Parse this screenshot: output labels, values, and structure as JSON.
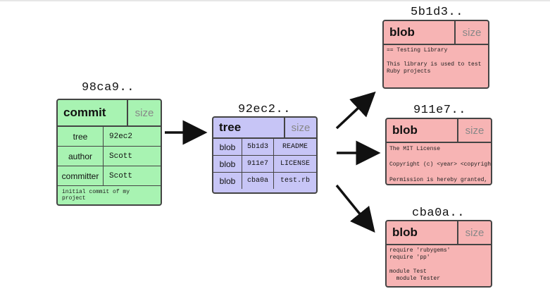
{
  "colors": {
    "commit_fill": "#a8f3b2",
    "tree_fill": "#c7c5f6",
    "blob_fill": "#f7b4b4",
    "border": "#444444"
  },
  "commit": {
    "hash": "98ca9..",
    "type": "commit",
    "size": "size",
    "rows": [
      {
        "key": "tree",
        "value": "92ec2"
      },
      {
        "key": "author",
        "value": "Scott"
      },
      {
        "key": "committer",
        "value": "Scott"
      }
    ],
    "message": "initial commit of my project"
  },
  "tree": {
    "hash": "92ec2..",
    "type": "tree",
    "size": "size",
    "entries": [
      {
        "kind": "blob",
        "sha": "5b1d3",
        "name": "README"
      },
      {
        "kind": "blob",
        "sha": "911e7",
        "name": "LICENSE"
      },
      {
        "kind": "blob",
        "sha": "cba0a",
        "name": "test.rb"
      }
    ]
  },
  "blobs": [
    {
      "hash": "5b1d3..",
      "type": "blob",
      "size": "size",
      "content": "== Testing Library\n\nThis library is used to test\nRuby projects"
    },
    {
      "hash": "911e7..",
      "type": "blob",
      "size": "size",
      "content": "The MIT License\n\nCopyright (c) <year> <copyright\n\nPermission is hereby granted,"
    },
    {
      "hash": "cba0a..",
      "type": "blob",
      "size": "size",
      "content": "require 'rubygems'\nrequire 'pp'\n\nmodule Test\n  module Tester"
    }
  ]
}
